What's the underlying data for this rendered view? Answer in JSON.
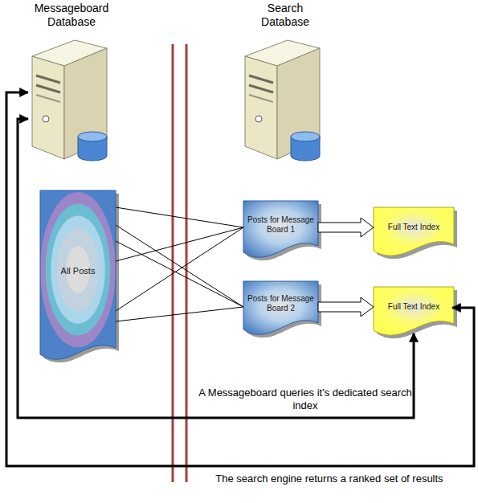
{
  "diagram": {
    "nodes": [
      {
        "text": [
          "Messageboard Database"
        ]
      },
      {
        "text": [
          "Search Database"
        ]
      },
      {
        "text": [
          "All Posts"
        ]
      },
      {
        "text": [
          "Posts for Message Board 1"
        ]
      },
      {
        "text": [
          "Full Text Index"
        ]
      },
      {
        "text": [
          "Posts for Message Board 2"
        ]
      },
      {
        "text": [
          "Full Text Index"
        ]
      }
    ],
    "edges": [
      {
        "from": 2,
        "to": 3,
        "arrow": "none"
      },
      {
        "from": 2,
        "to": 3,
        "arrow": "none"
      },
      {
        "from": 2,
        "to": 3,
        "arrow": "none"
      },
      {
        "from": 2,
        "to": 5,
        "arrow": "none"
      },
      {
        "from": 2,
        "to": 5,
        "arrow": "none"
      },
      {
        "from": 2,
        "to": 5,
        "arrow": "none"
      },
      {
        "from": 3,
        "to": 4,
        "arrow": "to"
      },
      {
        "from": 5,
        "to": 6,
        "arrow": "to"
      },
      {
        "from": 0,
        "to": 6,
        "label": "A Messageboard queries it's dedicated search index",
        "arrow": "both"
      },
      {
        "from": 6,
        "to": 0,
        "label": "The search engine returns a ranked set of results",
        "arrow": "both"
      }
    ]
  }
}
